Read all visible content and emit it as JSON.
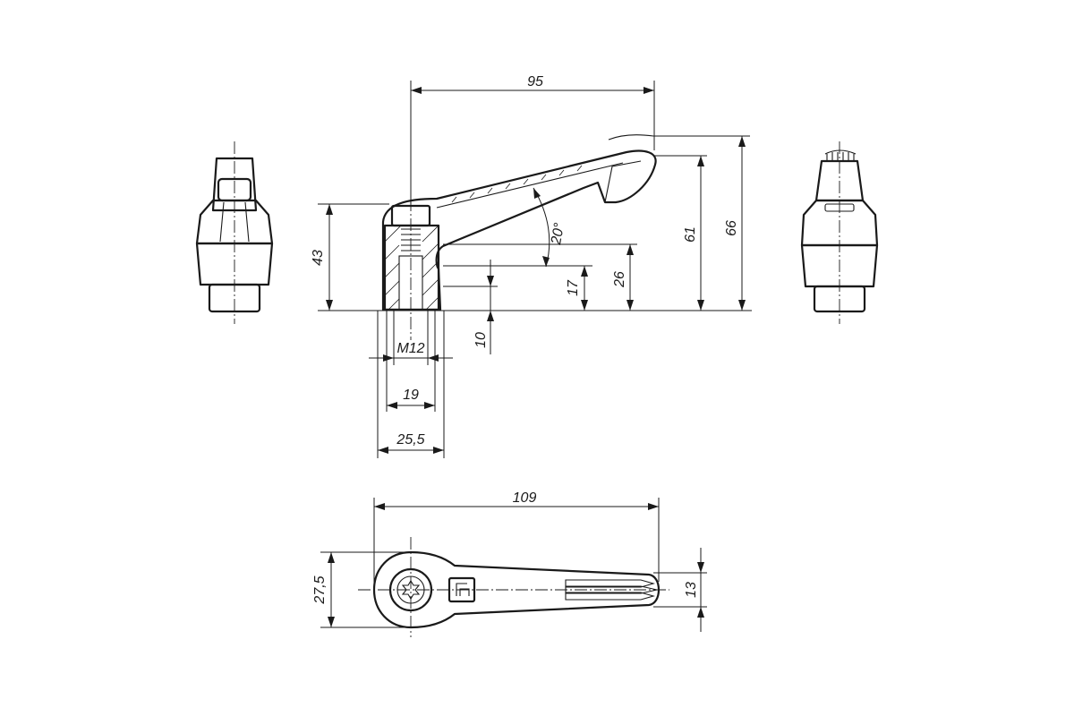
{
  "dimensions": {
    "d95": "95",
    "d109": "109",
    "d43": "43",
    "d61": "61",
    "d66": "66",
    "d26": "26",
    "d17": "17",
    "d10": "10",
    "angle": "20°",
    "thread": "M12",
    "d19": "19",
    "d25_5": "25,5",
    "d27_5": "27,5",
    "d13": "13"
  }
}
